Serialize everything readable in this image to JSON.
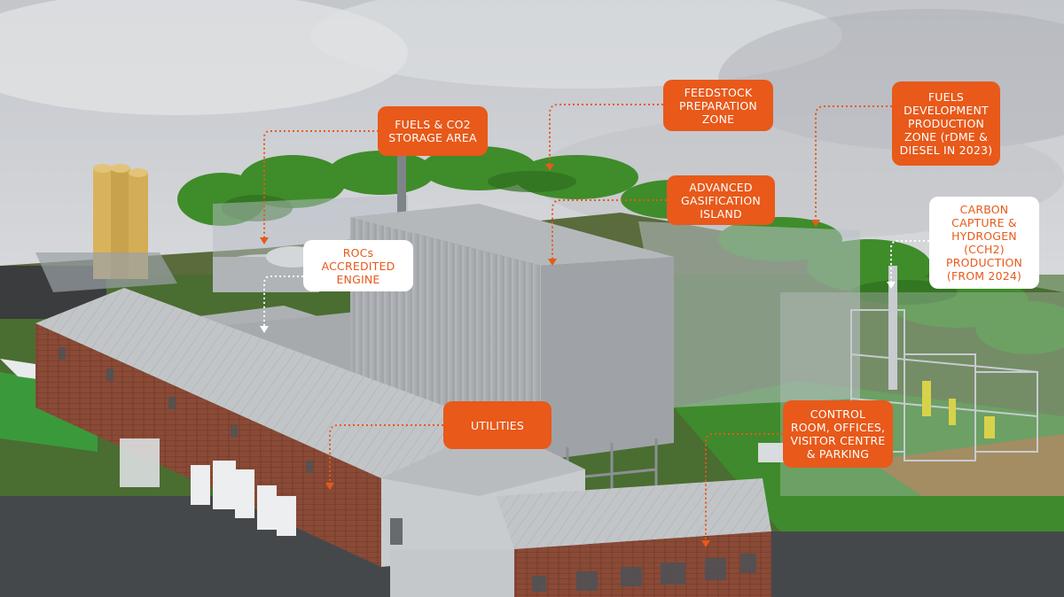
{
  "colors": {
    "accent": "#e8591a",
    "label_text_light": "#ffffff",
    "label_bg_light": "#ffffff",
    "roof": "#b7bbbf",
    "brick": "#8a4a36",
    "grass": "#4f8a2e",
    "tree": "#3f8c2a",
    "sky": "#c9ccd1"
  },
  "labels": [
    {
      "id": "fuels-co2",
      "style": "orange",
      "lines": [
        "FUELS & CO2",
        "STORAGE AREA"
      ]
    },
    {
      "id": "feedstock",
      "style": "orange",
      "lines": [
        "FEEDSTOCK",
        "PREPARATION",
        "ZONE"
      ]
    },
    {
      "id": "fuels-dev",
      "style": "orange",
      "lines": [
        "FUELS",
        "DEVELOPMENT",
        "PRODUCTION",
        "ZONE (rDME &",
        "DIESEL IN 2023)"
      ]
    },
    {
      "id": "gasification",
      "style": "orange",
      "lines": [
        "ADVANCED",
        "GASIFICATION",
        "ISLAND"
      ]
    },
    {
      "id": "rocs",
      "style": "white",
      "lines": [
        "ROCs",
        "ACCREDITED",
        "ENGINE"
      ]
    },
    {
      "id": "carbon-capture",
      "style": "white",
      "lines": [
        "CARBON",
        "CAPTURE &",
        "HYDROGEN",
        "(CCH2)",
        "PRODUCTION",
        "(FROM 2024)"
      ]
    },
    {
      "id": "utilities",
      "style": "orange",
      "lines": [
        "UTILITIES"
      ]
    },
    {
      "id": "control-room",
      "style": "orange",
      "lines": [
        "CONTROL",
        "ROOM, OFFICES,",
        "VISITOR CENTRE",
        "& PARKING"
      ]
    }
  ]
}
